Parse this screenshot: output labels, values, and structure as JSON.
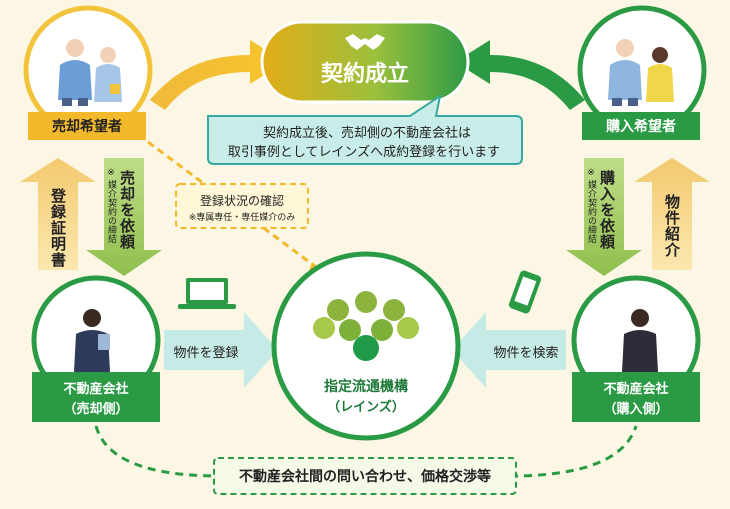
{
  "contract": {
    "label": "契約成立",
    "icon": "handshake-icon"
  },
  "note": {
    "line1": "契約成立後、売却側の不動産会社は",
    "line2": "取引事例としてレインズへ成約登録を行います"
  },
  "seller": {
    "label": "売却希望者"
  },
  "buyer": {
    "label": "購入希望者"
  },
  "registration_check": {
    "title": "登録状況の確認",
    "sub": "※専属専任・専任媒介のみ"
  },
  "left_up": {
    "label": "登録証明書"
  },
  "left_down": {
    "label": "売却を依頼",
    "sub1": "※",
    "sub2": "媒介契約の締結"
  },
  "right_down": {
    "label": "購入を依頼",
    "sub1": "※",
    "sub2": "媒介契約の締結"
  },
  "right_up": {
    "label": "物件紹介"
  },
  "register_arrow": {
    "label": "物件を登録",
    "icon": "laptop-icon"
  },
  "search_arrow": {
    "label": "物件を検索",
    "icon": "smartphone-icon"
  },
  "reins": {
    "line1": "指定流通機構",
    "line2": "（レインズ）"
  },
  "seller_company": {
    "line1": "不動産会社",
    "line2": "（売却側）"
  },
  "buyer_company": {
    "line1": "不動産会社",
    "line2": "（購入側）"
  },
  "bottom": {
    "label": "不動産会社間の問い合わせ、価格交渉等"
  },
  "colors": {
    "green": "#1f9a47",
    "light_green": "#8cb43c",
    "yellow": "#f6e7b0",
    "gold": "#e8b21e",
    "teal": "#c6ebe7"
  }
}
